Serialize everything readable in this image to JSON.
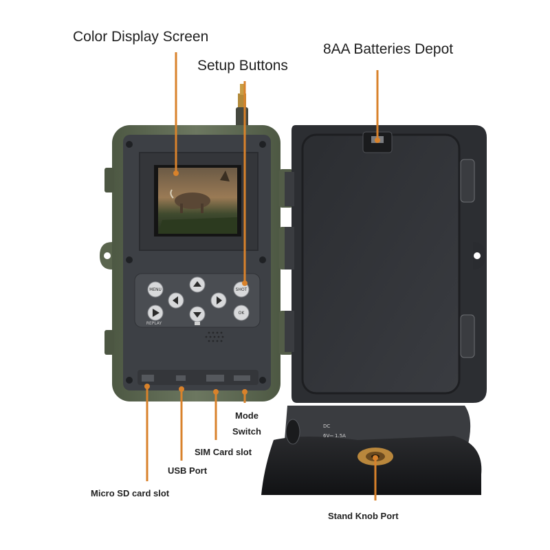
{
  "callouts": {
    "color_display_screen": "Color Display Screen",
    "setup_buttons": "Setup Buttons",
    "batteries_depot": "8AA Batteries Depot",
    "mode_switch_line1": "Mode",
    "mode_switch_line2": "Switch",
    "sim_card_slot": "SIM Card slot",
    "usb_port": "USB Port",
    "micro_sd_slot": "Micro SD card slot",
    "stand_knob_port": "Stand Knob Port"
  },
  "keypad": {
    "menu": "MENU",
    "shot": "SHOT",
    "ok": "OK",
    "replay": "REPLAY"
  },
  "power_port": {
    "line1": "DC",
    "rating": "6V⎓ 1.5A"
  },
  "colors": {
    "leader": "#d9822b",
    "housing": "#5e6a52",
    "panel": "#3a3d42",
    "door": "#2e3034"
  }
}
